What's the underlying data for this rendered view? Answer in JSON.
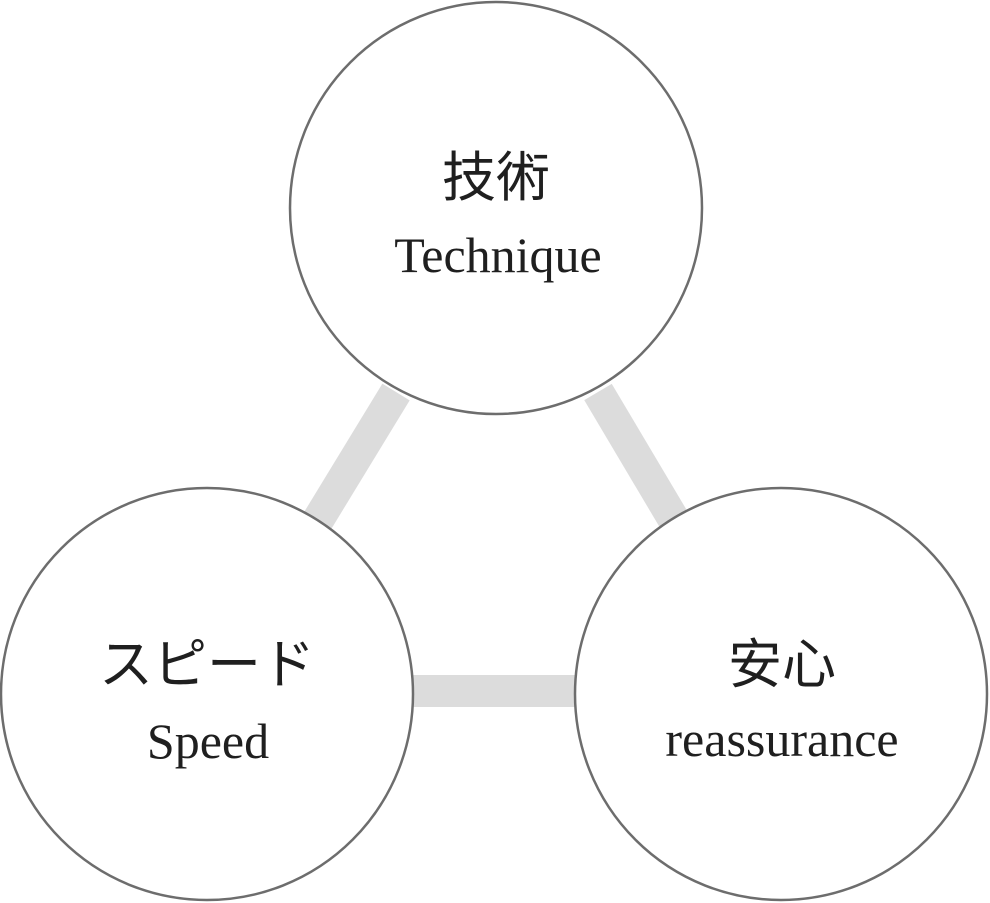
{
  "nodes": {
    "technique": {
      "ja": "技術",
      "en": "Technique"
    },
    "speed": {
      "ja": "スピード",
      "en": "Speed"
    },
    "reassurance": {
      "ja": "安心",
      "en": "reassurance"
    }
  }
}
